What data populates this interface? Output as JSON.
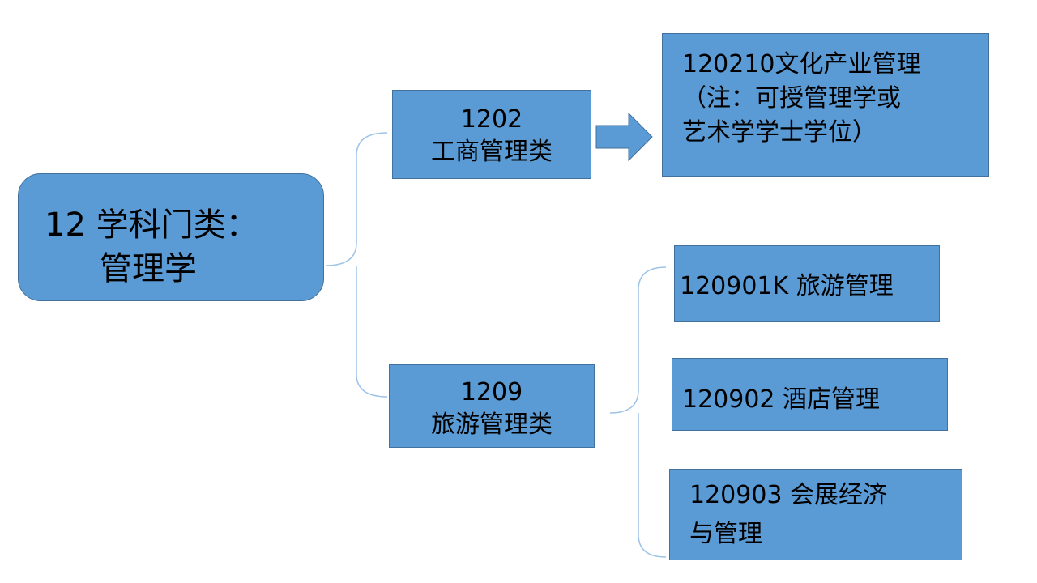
{
  "root": {
    "line1": "12 学科门类：",
    "line2": "管理学"
  },
  "categories": [
    {
      "code": "1202",
      "name": "工商管理类"
    },
    {
      "code": "1209",
      "name": "旅游管理类"
    }
  ],
  "major_1202": {
    "line1": "120210文化产业管理",
    "line2": "（注：可授管理学或",
    "line3": "艺术学学士学位）"
  },
  "majors_1209": [
    {
      "text": "120901K 旅游管理"
    },
    {
      "text": "120902 酒店管理"
    },
    {
      "line1": "120903 会展经济",
      "line2": "与管理"
    }
  ],
  "colors": {
    "box_fill": "#5b9bd5",
    "box_border": "#41719c",
    "connector": "#9dc3e6"
  }
}
